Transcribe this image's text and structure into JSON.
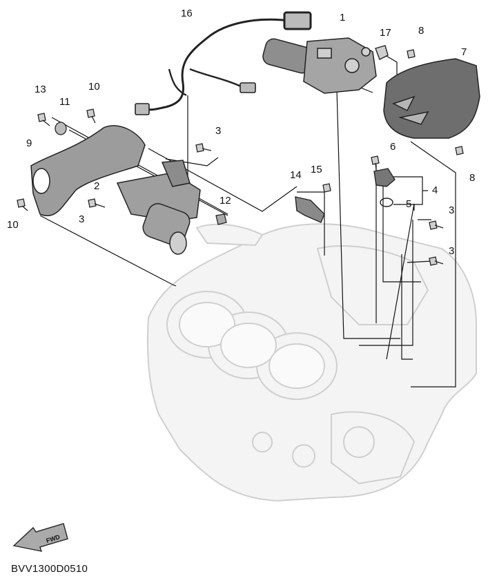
{
  "diagram": {
    "reference_code": "BVV1300D0510",
    "direction_marker": "FWD",
    "callouts": {
      "c1": "1",
      "c2": "2",
      "c3a": "3",
      "c3b": "3",
      "c3c": "3",
      "c3d": "3",
      "c4": "4",
      "c5": "5",
      "c6": "6",
      "c7": "7",
      "c8a": "8",
      "c8b": "8",
      "c9": "9",
      "c10a": "10",
      "c10b": "10",
      "c11": "11",
      "c12": "12",
      "c13": "13",
      "c14": "14",
      "c15": "15",
      "c16": "16",
      "c17": "17"
    },
    "parts": [
      {
        "id": "engine-block",
        "icon": "engine-crankcase-icon"
      },
      {
        "id": "shift-actuator",
        "icon": "electric-motor-icon"
      },
      {
        "id": "clutch-actuator",
        "icon": "electric-motor-icon"
      },
      {
        "id": "actuator-cover",
        "icon": "cover-plate-icon"
      },
      {
        "id": "bracket",
        "icon": "bracket-icon"
      },
      {
        "id": "wire-harness",
        "icon": "wire-harness-icon"
      },
      {
        "id": "sensor",
        "icon": "sensor-icon"
      },
      {
        "id": "o-ring",
        "icon": "o-ring-icon"
      },
      {
        "id": "bolts",
        "icon": "bolt-icon"
      }
    ],
    "colors": {
      "line": "#111111",
      "ghost": "#d6d6d6",
      "part_fill": "#9a9a9a",
      "dark_fill": "#555555"
    }
  }
}
